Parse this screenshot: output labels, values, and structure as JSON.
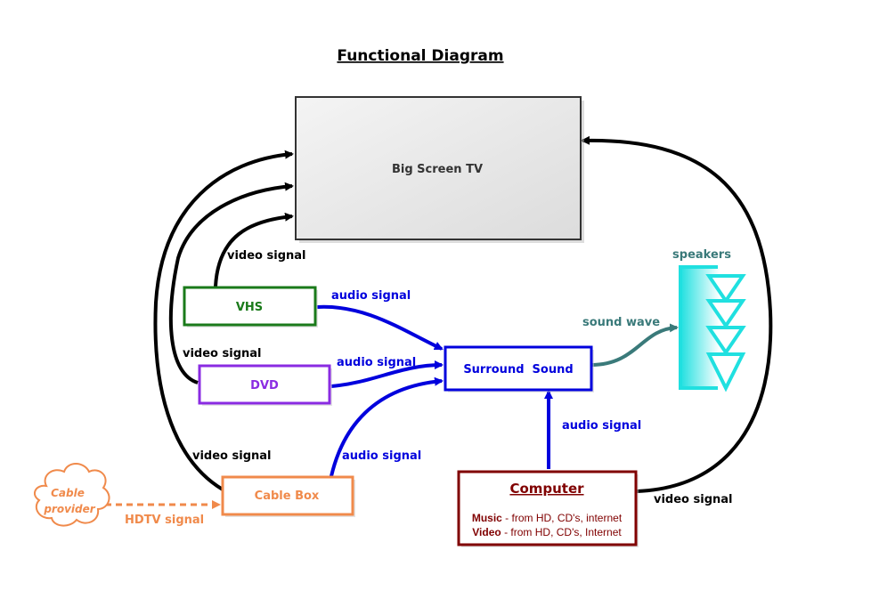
{
  "title": "Functional Diagram",
  "nodes": {
    "tv": "Big Screen TV",
    "vhs": "VHS",
    "dvd": "DVD",
    "surround": "Surround  Sound",
    "cable_box": "Cable Box",
    "cable_provider_line1": "Cable",
    "cable_provider_line2": "provider",
    "speakers": "speakers",
    "computer": {
      "title": "Computer",
      "music_label": "Music",
      "music_text": " - from HD, CD's, internet",
      "video_label": "Video",
      "video_text": " - from HD, CD's, Internet"
    }
  },
  "edges": {
    "vhs_video": "video signal",
    "dvd_video": "video signal",
    "cable_video": "video signal",
    "computer_video": "video signal",
    "vhs_audio": "audio signal",
    "dvd_audio": "audio signal",
    "cable_audio": "audio signal",
    "computer_audio": "audio signal",
    "sound_wave": "sound wave",
    "hdtv": "HDTV signal"
  },
  "colors": {
    "video": "#000000",
    "audio": "#0000dd",
    "vhs": "#1a7a1a",
    "dvd": "#8a2be2",
    "cable": "#f08a4b",
    "computer": "#800000",
    "speakers": "#20e0e0",
    "sound_wave": "#3a7a7a"
  }
}
